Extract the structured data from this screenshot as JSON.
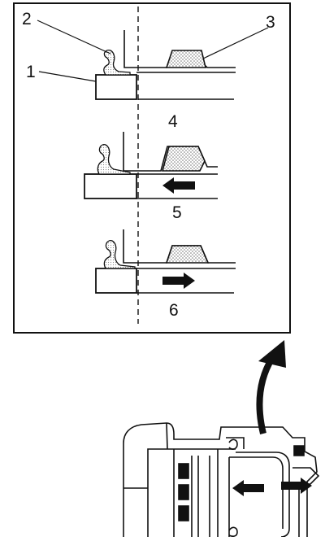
{
  "figure": {
    "callouts": [
      {
        "id": "seal",
        "text": "1"
      },
      {
        "id": "boot",
        "text": "2"
      },
      {
        "id": "ring",
        "text": "3"
      }
    ],
    "step_labels": [
      "4",
      "5",
      "6"
    ],
    "colors": {
      "line": "#111111",
      "background": "#ffffff",
      "stipple": "#888888"
    }
  }
}
